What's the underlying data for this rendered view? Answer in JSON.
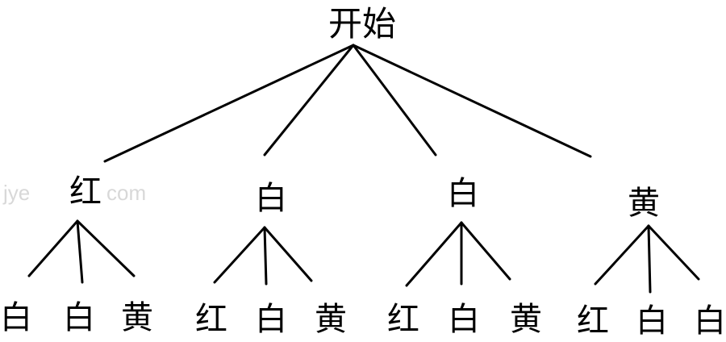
{
  "tree": {
    "root": "开始",
    "branches": [
      {
        "label": "红",
        "children": [
          "白",
          "白",
          "黄"
        ]
      },
      {
        "label": "白",
        "children": [
          "红",
          "白",
          "黄"
        ]
      },
      {
        "label": "白",
        "children": [
          "红",
          "白",
          "黄"
        ]
      },
      {
        "label": "黄",
        "children": [
          "红",
          "白",
          "白"
        ]
      }
    ]
  },
  "watermark": {
    "left": "jye",
    "right": "com"
  }
}
